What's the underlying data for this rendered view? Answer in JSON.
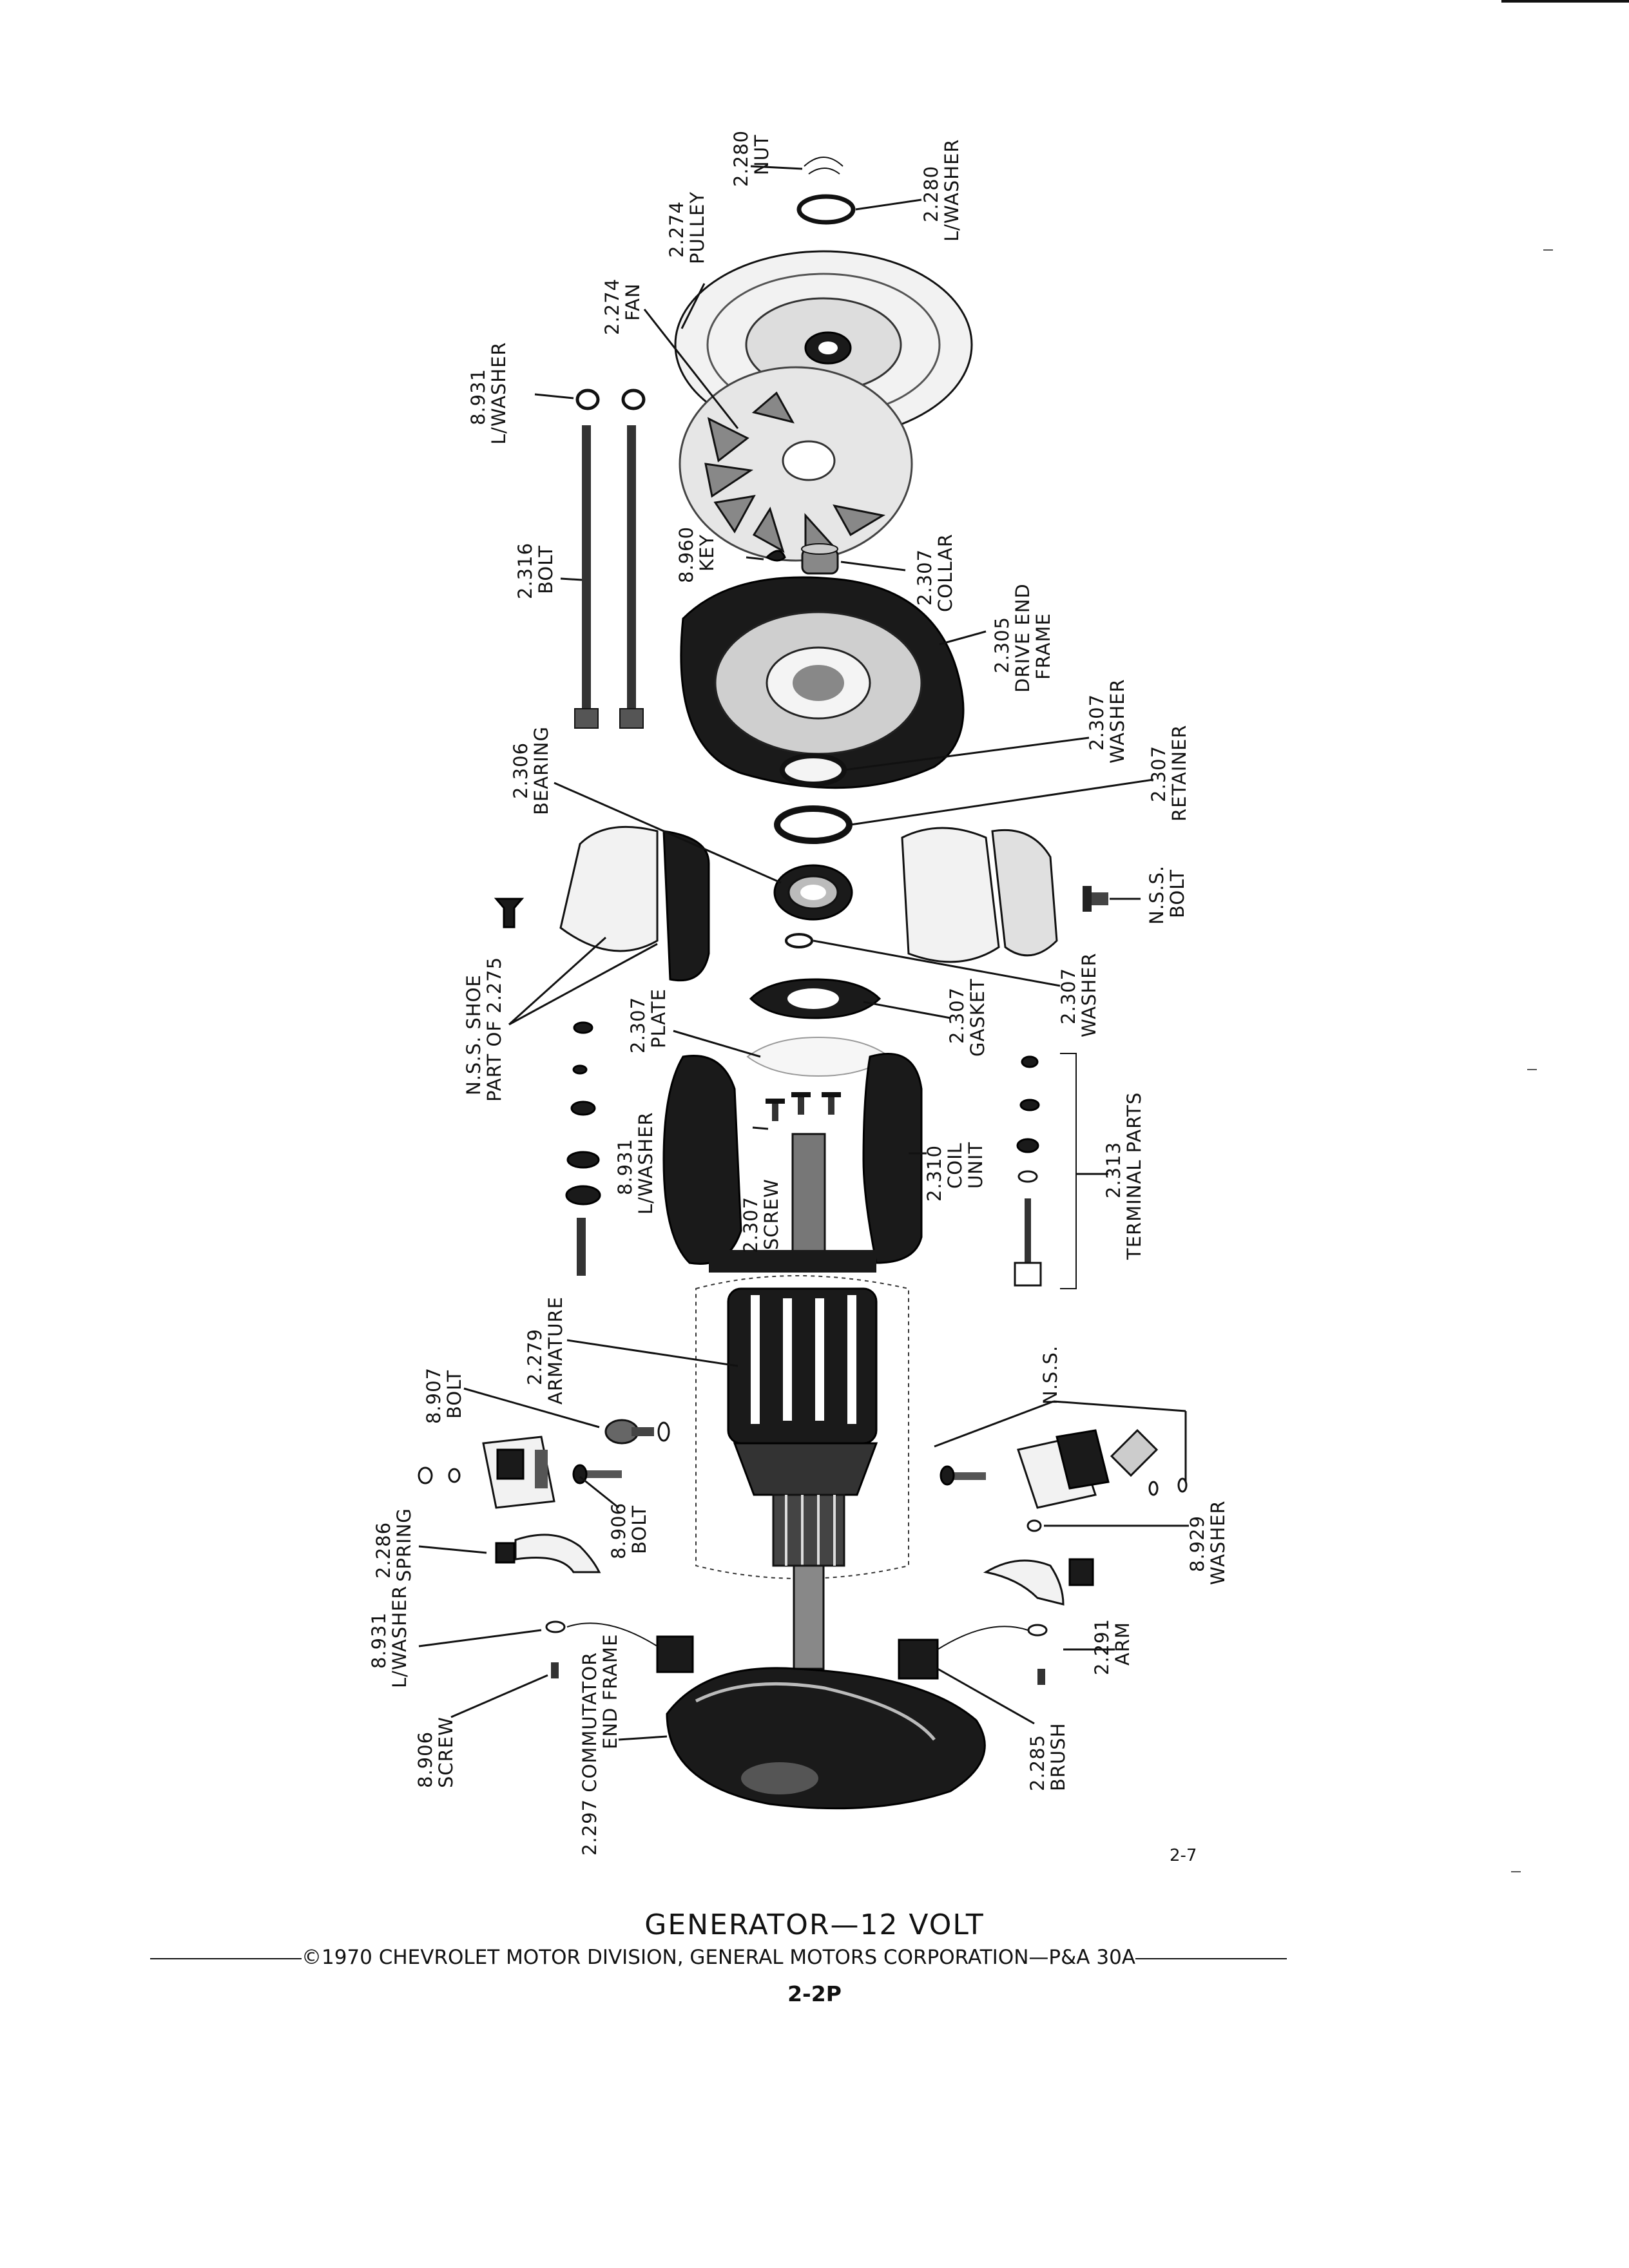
{
  "page": {
    "title": "GENERATOR—12 VOLT",
    "copyright": "©1970 CHEVROLET MOTOR DIVISION, GENERAL MOTORS CORPORATION—P&A 30A",
    "code": "2-2P",
    "page_number": "2-7"
  },
  "callouts": {
    "nut": [
      "2.280",
      "NUT"
    ],
    "lock_washer_pulley": [
      "2.280",
      "L/WASHER"
    ],
    "pulley": [
      "2.274",
      "PULLEY"
    ],
    "fan": [
      "2.274",
      "FAN"
    ],
    "lock_washer_bolt": [
      "8.931",
      "L/WASHER"
    ],
    "key": [
      "8.960",
      "KEY"
    ],
    "collar": [
      "2.307",
      "COLLAR"
    ],
    "bolt_through": [
      "2.316",
      "BOLT"
    ],
    "drive_end_frame": [
      "2.305",
      "DRIVE END",
      "FRAME"
    ],
    "washer_upper": [
      "2.307",
      "WASHER"
    ],
    "retainer": [
      "2.307",
      "RETAINER"
    ],
    "bearing": [
      "2.306",
      "BEARING"
    ],
    "nss_bolt": [
      "N.S.S.",
      "BOLT"
    ],
    "washer_lower": [
      "2.307",
      "WASHER"
    ],
    "gasket": [
      "2.307",
      "GASKET"
    ],
    "plate": [
      "2.307",
      "PLATE"
    ],
    "shoe": [
      "N.S.S. SHOE",
      "PART OF 2.275"
    ],
    "lock_washer_coil": [
      "8.931",
      "L/WASHER"
    ],
    "screw_coil": [
      "2.307",
      "SCREW"
    ],
    "coil_unit": [
      "2.310",
      "COIL",
      "UNIT"
    ],
    "terminal_parts": [
      "2.313",
      "TERMINAL PARTS"
    ],
    "armature": [
      "2.279",
      "ARMATURE"
    ],
    "bolt_907": [
      "8.907",
      "BOLT"
    ],
    "bolt_906": [
      "8.906",
      "BOLT"
    ],
    "nss_brush_holder": [
      "N.S.S."
    ],
    "spring": [
      "2.286",
      "SPRING"
    ],
    "washer_929": [
      "8.929",
      "WASHER"
    ],
    "lock_washer_end": [
      "8.931",
      "L/WASHER"
    ],
    "arm": [
      "2.291",
      "ARM"
    ],
    "screw_906": [
      "8.906",
      "SCREW"
    ],
    "commutator_end_frame": [
      "2.297 COMMUTATOR",
      "END FRAME"
    ],
    "brush": [
      "2.285",
      "BRUSH"
    ]
  }
}
